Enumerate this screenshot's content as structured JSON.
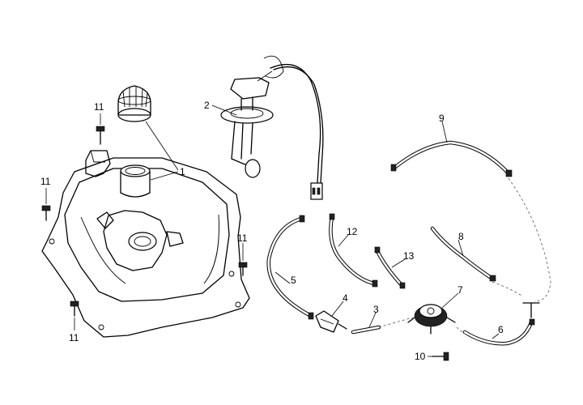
{
  "diagram": {
    "callouts": [
      "1",
      "2",
      "3",
      "4",
      "5",
      "6",
      "7",
      "8",
      "9",
      "10",
      "11",
      "12",
      "13"
    ],
    "bolt_callout": "11"
  }
}
